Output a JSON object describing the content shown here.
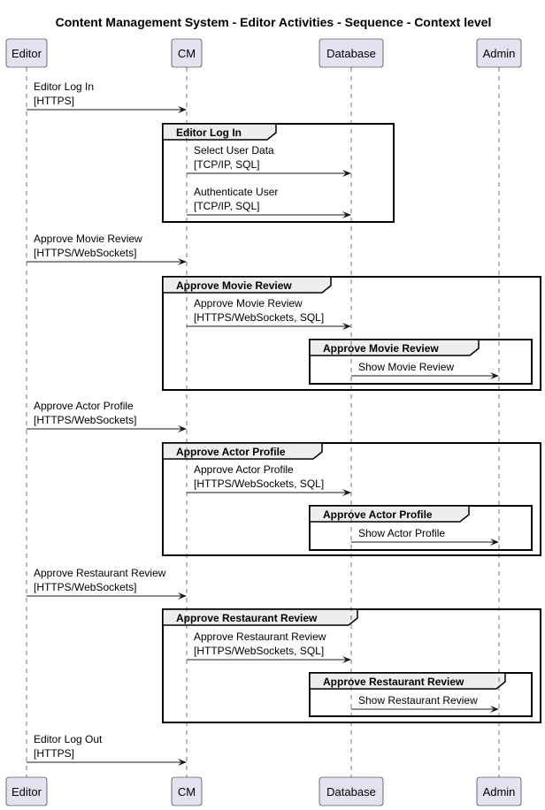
{
  "title": "Content Management System - Editor Activities - Sequence - Context level",
  "participants": [
    {
      "id": "editor",
      "label": "Editor"
    },
    {
      "id": "cm",
      "label": "CM"
    },
    {
      "id": "database",
      "label": "Database"
    },
    {
      "id": "admin",
      "label": "Admin"
    }
  ],
  "messages": [
    {
      "from": "editor",
      "to": "cm",
      "lines": [
        "Editor Log In",
        "[HTTPS]"
      ]
    },
    {
      "from": "cm",
      "to": "database",
      "lines": [
        "Select User Data",
        "[TCP/IP, SQL]"
      ]
    },
    {
      "from": "cm",
      "to": "database",
      "lines": [
        "Authenticate User",
        "[TCP/IP, SQL]"
      ]
    },
    {
      "from": "editor",
      "to": "cm",
      "lines": [
        "Approve Movie Review",
        "[HTTPS/WebSockets]"
      ]
    },
    {
      "from": "cm",
      "to": "database",
      "lines": [
        "Approve Movie Review",
        "[HTTPS/WebSockets, SQL]"
      ]
    },
    {
      "from": "database",
      "to": "admin",
      "lines": [
        "Show Movie Review"
      ]
    },
    {
      "from": "editor",
      "to": "cm",
      "lines": [
        "Approve Actor Profile",
        "[HTTPS/WebSockets]"
      ]
    },
    {
      "from": "cm",
      "to": "database",
      "lines": [
        "Approve Actor Profile",
        "[HTTPS/WebSockets, SQL]"
      ]
    },
    {
      "from": "database",
      "to": "admin",
      "lines": [
        "Show Actor Profile"
      ]
    },
    {
      "from": "editor",
      "to": "cm",
      "lines": [
        "Approve Restaurant Review",
        "[HTTPS/WebSockets]"
      ]
    },
    {
      "from": "cm",
      "to": "database",
      "lines": [
        "Approve Restaurant Review",
        "[HTTPS/WebSockets, SQL]"
      ]
    },
    {
      "from": "database",
      "to": "admin",
      "lines": [
        "Show Restaurant Review"
      ]
    },
    {
      "from": "editor",
      "to": "cm",
      "lines": [
        "Editor Log Out",
        "[HTTPS]"
      ]
    }
  ],
  "groups": [
    {
      "label": "Editor Log In"
    },
    {
      "label": "Approve Movie Review"
    },
    {
      "label": "Approve Movie Review"
    },
    {
      "label": "Approve Actor Profile"
    },
    {
      "label": "Approve Actor Profile"
    },
    {
      "label": "Approve Restaurant Review"
    },
    {
      "label": "Approve Restaurant Review"
    }
  ]
}
